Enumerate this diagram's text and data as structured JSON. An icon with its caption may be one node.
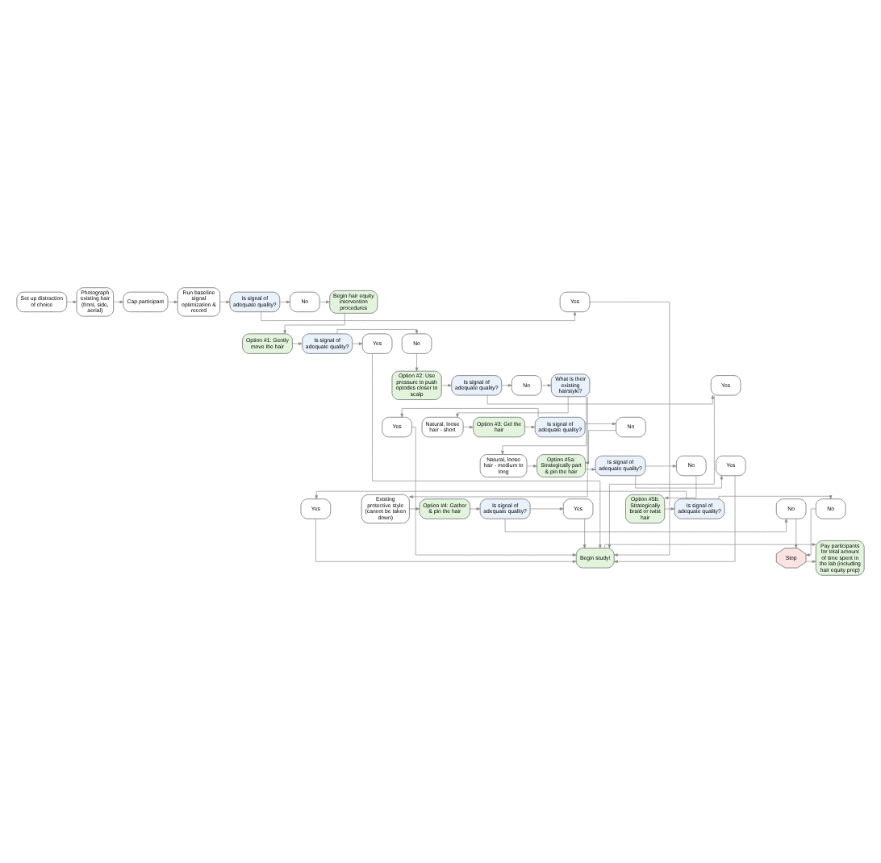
{
  "diagram": {
    "nodes": [
      {
        "text": [
          "Set up distraction of choice"
        ]
      },
      {
        "text": [
          "Photograph existing hair (front, side, aerial)"
        ]
      },
      {
        "text": [
          "Cap participant"
        ]
      },
      {
        "text": [
          "Run baseline signal optimization & record"
        ]
      },
      {
        "text": [
          "Is signal of adequate quality?"
        ]
      },
      {
        "text": [
          "Yes"
        ]
      },
      {
        "text": [
          "No"
        ]
      },
      {
        "text": [
          "Begin hair equity intervention procedures"
        ]
      },
      {
        "text": [
          "Option #1: Gently move the hair"
        ]
      },
      {
        "text": [
          "Is signal of adequate quality?"
        ]
      },
      {
        "text": [
          "Yes"
        ]
      },
      {
        "text": [
          "No"
        ]
      },
      {
        "text": [
          "Option #2: Use pressure to push optodes closer to scalp"
        ]
      },
      {
        "text": [
          "Is signal of adequate quality?"
        ]
      },
      {
        "text": [
          "Yes"
        ]
      },
      {
        "text": [
          "No"
        ]
      },
      {
        "text": [
          "What is their existing hairstyle?"
        ]
      },
      {
        "text": [
          "Natural, loose hair - short"
        ]
      },
      {
        "text": [
          "Option #3: Gel the hair"
        ]
      },
      {
        "text": [
          "Is signal of adequate quality?"
        ]
      },
      {
        "text": [
          "Yes"
        ]
      },
      {
        "text": [
          "No"
        ]
      },
      {
        "text": [
          "Existing protective style (cannot be taken down)"
        ]
      },
      {
        "text": [
          "Option #4: Gather & pin the hair"
        ]
      },
      {
        "text": [
          "Is signal of adequate quality?"
        ]
      },
      {
        "text": [
          "Yes"
        ]
      },
      {
        "text": [
          "No"
        ]
      },
      {
        "text": [
          "Natural, loose hair - medium to long"
        ]
      },
      {
        "text": [
          "Option #5a: Strategically part & pin the hair"
        ]
      },
      {
        "text": [
          "Is signal of adequate quality?"
        ]
      },
      {
        "text": [
          "Yes"
        ]
      },
      {
        "text": [
          "No"
        ]
      },
      {
        "text": [
          "Option #5b: Strategically braid or twist hair"
        ]
      },
      {
        "text": [
          "Is signal of adequate quality?"
        ]
      },
      {
        "text": [
          "Yes"
        ]
      },
      {
        "text": [
          "No"
        ]
      },
      {
        "text": [
          "Begin study!"
        ]
      },
      {
        "text": [
          "Pay participants for total amount of time spent in the lab (including hair equity prep)"
        ]
      },
      {
        "text": [
          "Stop"
        ]
      }
    ],
    "edges": [
      {
        "from": 0,
        "to": 1,
        "arrow": "to"
      },
      {
        "from": 1,
        "to": 2,
        "arrow": "to"
      },
      {
        "from": 2,
        "to": 3,
        "arrow": "to"
      },
      {
        "from": 3,
        "to": 4,
        "arrow": "to"
      },
      {
        "from": 4,
        "to": 5,
        "arrow": "to"
      },
      {
        "from": 4,
        "to": 6,
        "arrow": "to"
      },
      {
        "from": 6,
        "to": 7,
        "arrow": "to"
      },
      {
        "from": 7,
        "to": 8,
        "arrow": "to"
      },
      {
        "from": 8,
        "to": 9,
        "arrow": "to"
      },
      {
        "from": 9,
        "to": 10,
        "arrow": "to"
      },
      {
        "from": 9,
        "to": 11,
        "arrow": "to"
      },
      {
        "from": 11,
        "to": 12,
        "arrow": "to"
      },
      {
        "from": 12,
        "to": 13,
        "arrow": "to"
      },
      {
        "from": 13,
        "to": 14,
        "arrow": "to"
      },
      {
        "from": 13,
        "to": 15,
        "arrow": "to"
      },
      {
        "from": 15,
        "to": 16,
        "arrow": "to"
      },
      {
        "from": 16,
        "to": 17,
        "arrow": "to"
      },
      {
        "from": 16,
        "to": 22,
        "arrow": "to"
      },
      {
        "from": 16,
        "to": 27,
        "arrow": "to"
      },
      {
        "from": 17,
        "to": 18,
        "arrow": "to"
      },
      {
        "from": 18,
        "to": 19,
        "arrow": "to"
      },
      {
        "from": 19,
        "to": 20,
        "arrow": "to"
      },
      {
        "from": 19,
        "to": 21,
        "arrow": "to"
      },
      {
        "from": 21,
        "to": 28,
        "arrow": "to"
      },
      {
        "from": 22,
        "to": 23,
        "arrow": "to"
      },
      {
        "from": 23,
        "to": 24,
        "arrow": "to"
      },
      {
        "from": 24,
        "to": 25,
        "arrow": "to"
      },
      {
        "from": 24,
        "to": 26,
        "arrow": "to"
      },
      {
        "from": 26,
        "to": 38,
        "arrow": "to"
      },
      {
        "from": 27,
        "to": 28,
        "arrow": "to"
      },
      {
        "from": 28,
        "to": 29,
        "arrow": "to"
      },
      {
        "from": 29,
        "to": 30,
        "arrow": "to"
      },
      {
        "from": 29,
        "to": 31,
        "arrow": "to"
      },
      {
        "from": 31,
        "to": 32,
        "arrow": "to"
      },
      {
        "from": 32,
        "to": 33,
        "arrow": "to"
      },
      {
        "from": 33,
        "to": 34,
        "arrow": "to"
      },
      {
        "from": 33,
        "to": 35,
        "arrow": "to"
      },
      {
        "from": 35,
        "to": 38,
        "arrow": "to"
      },
      {
        "from": 5,
        "to": 36,
        "arrow": "to"
      },
      {
        "from": 10,
        "to": 36,
        "arrow": "to"
      },
      {
        "from": 14,
        "to": 36,
        "arrow": "to"
      },
      {
        "from": 20,
        "to": 36,
        "arrow": "to"
      },
      {
        "from": 25,
        "to": 36,
        "arrow": "to"
      },
      {
        "from": 30,
        "to": 36,
        "arrow": "to"
      },
      {
        "from": 34,
        "to": 36,
        "arrow": "to"
      },
      {
        "from": 36,
        "to": 37,
        "arrow": "to"
      },
      {
        "from": 38,
        "to": 37,
        "arrow": "to"
      }
    ]
  }
}
